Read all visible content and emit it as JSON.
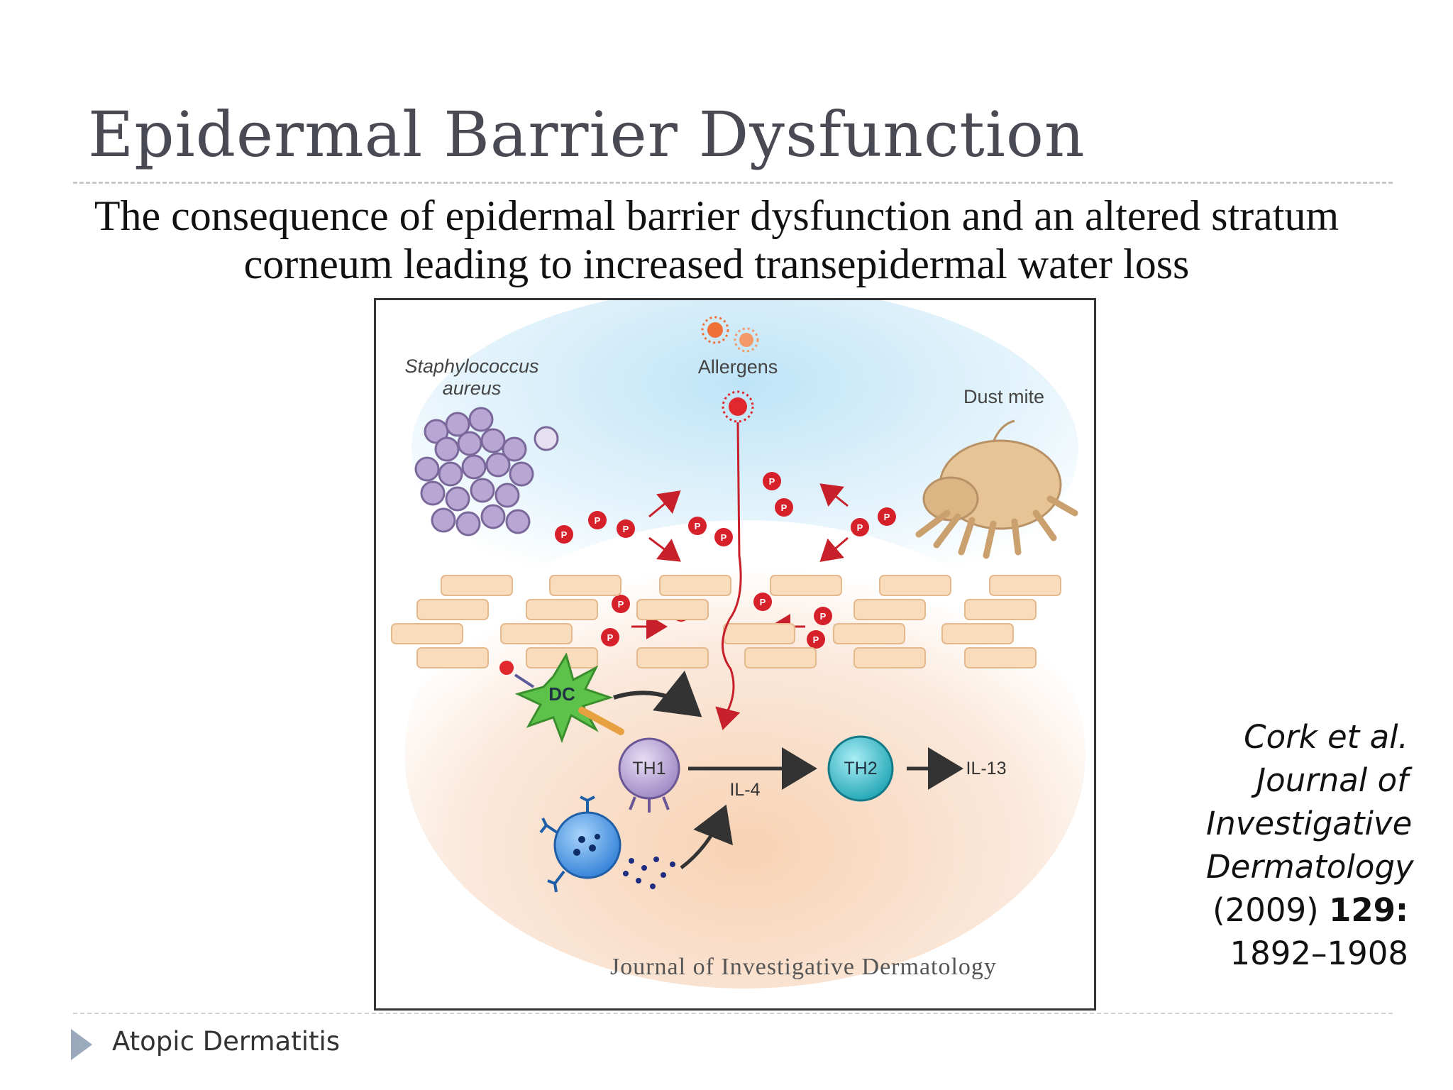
{
  "slide": {
    "title": "Epidermal Barrier Dysfunction",
    "subtitle": "The consequence of epidermal barrier dysfunction and an altered stratum corneum leading to increased transepidermal water loss",
    "footer_label": "Atopic Dermatitis"
  },
  "figure": {
    "labels": {
      "staph_line1": "Staphylococcus",
      "staph_line2": "aureus",
      "allergens": "Allergens",
      "dust_mite": "Dust mite",
      "dc": "DC",
      "th1": "TH1",
      "th2": "TH2",
      "il4": "IL-4",
      "il13": "IL-13",
      "protease": "P"
    },
    "journal_logo": "Journal of Investigative Dermatology"
  },
  "citation": {
    "authors": "Cork et al.",
    "journal_line1": "Journal of",
    "journal_line2": "Investigative",
    "journal_line3": "Dermatology",
    "year": "(2009)",
    "volume": "129:",
    "pages": "1892–1908"
  },
  "colors": {
    "title": "#4a4a55",
    "protease_red": "#d6202a",
    "staph_purple": "#9a86b8",
    "th2_teal": "#2bb5c4",
    "dc_green": "#5cc24a",
    "footer_arrow": "#9aaabc"
  }
}
